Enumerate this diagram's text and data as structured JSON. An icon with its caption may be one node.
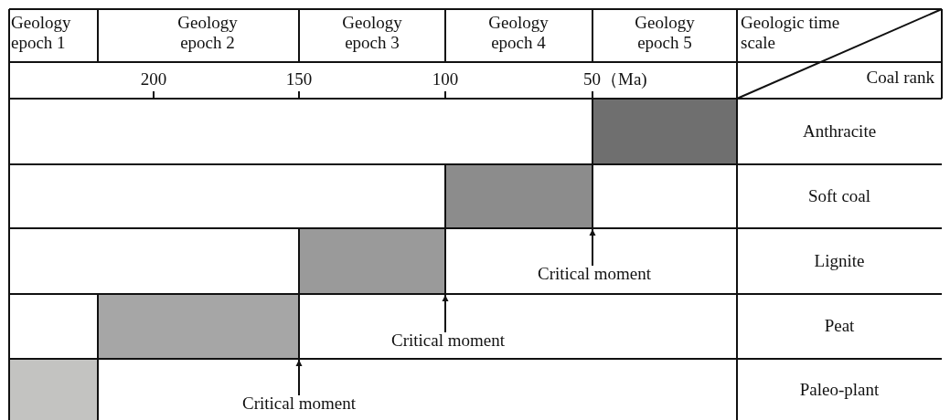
{
  "diagram": {
    "nodes": [
      {
        "text": [],
        "shape": "bar"
      },
      {
        "text": [],
        "shape": "bar"
      },
      {
        "text": [],
        "shape": "bar"
      },
      {
        "text": [
          "Critical moment"
        ]
      },
      {
        "text": [],
        "shape": "bar"
      },
      {
        "text": [
          "Critical moment"
        ]
      },
      {
        "text": [],
        "shape": "bar"
      },
      {
        "text": [
          "Critical moment"
        ]
      }
    ],
    "edges": [
      {
        "from": 3,
        "to": 1,
        "arrow": "to"
      },
      {
        "from": 5,
        "to": 2,
        "arrow": "to"
      },
      {
        "from": 7,
        "to": 4,
        "arrow": "to"
      }
    ],
    "labels": [
      "Geology epoch 1",
      "Geology epoch 2",
      "Geology epoch 3",
      "Geology epoch 4",
      "Geology epoch 5",
      "Geologic time scale",
      "200",
      "150",
      "100",
      "50（Ma)",
      "Coal rank",
      "Anthracite",
      "Soft coal",
      "Lignite",
      "Peat",
      "Paleo-plant"
    ]
  }
}
